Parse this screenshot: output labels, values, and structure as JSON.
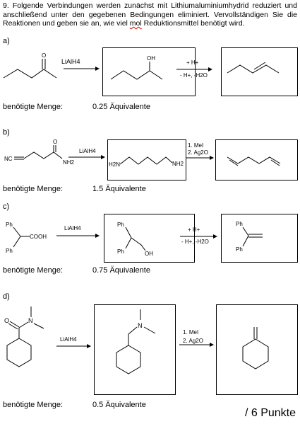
{
  "intro": {
    "part1": "9. Folgende Verbindungen werden zunächst mit Lithiumaluminiumhydrid reduziert und anschließend unter den gegebenen Bedingungen eliminiert. Vervollständigen Sie die Reaktionen und geben sie an, wie viel ",
    "mol": "mol",
    "part2": " Reduktionsmittel benötigt wird."
  },
  "parts": [
    {
      "label": "a)",
      "reagent": "LiAlH4",
      "cond_top": "+ H+",
      "cond_bottom": "- H+, -H2O",
      "menge_label": "benötigte Menge:",
      "menge_value": "0.25 Äquivalente",
      "atoms": [
        "O",
        "OH"
      ]
    },
    {
      "label": "b)",
      "reagent": "LiAlH4",
      "cond_top": "1. MeI",
      "cond_bottom": "2. Ag2O",
      "menge_label": "benötigte Menge:",
      "menge_value": "1.5 Äquivalente",
      "atoms": [
        "NC",
        "O",
        "NH2",
        "H2N",
        "NH2"
      ]
    },
    {
      "label": "c)",
      "reagent": "LiAlH4",
      "cond_top": "+ H+",
      "cond_bottom": "- H+, -H2O",
      "menge_label": "benötigte Menge:",
      "menge_value": "0.75 Äquivalente",
      "atoms": [
        "Ph",
        "Ph",
        "COOH",
        "Ph",
        "Ph",
        "OH",
        "Ph",
        "Ph"
      ]
    },
    {
      "label": "d)",
      "reagent": "LiAlH4",
      "cond_top": "1. MeI",
      "cond_bottom": "2. Ag2O",
      "menge_label": "benötigte Menge:",
      "menge_value": "0.5 Äquivalente",
      "atoms": [
        "O",
        "N",
        "N"
      ]
    }
  ],
  "points": "/ 6 Punkte"
}
